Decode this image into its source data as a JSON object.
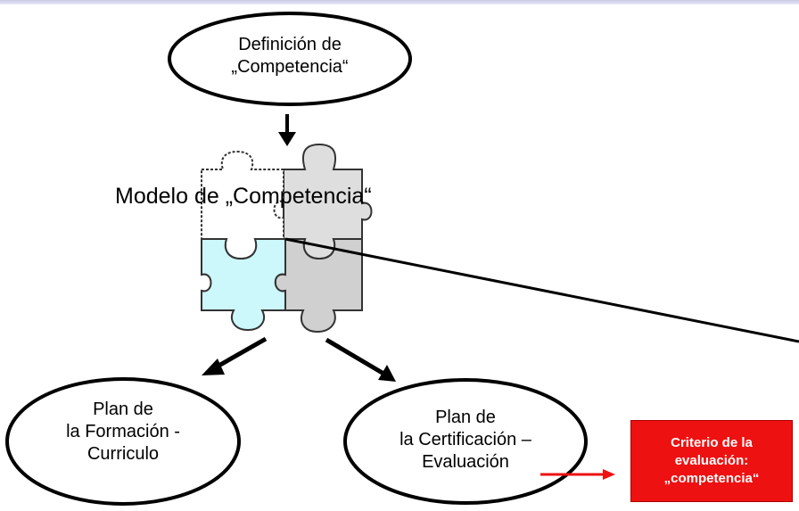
{
  "definition": {
    "line1": "Definición de",
    "line2": "„Competencia“"
  },
  "model": {
    "title": "Modelo de „Competencia“"
  },
  "formation_plan": {
    "line1": "Plan de",
    "line2": "la Formación -",
    "line3": "Curriculo"
  },
  "certification_plan": {
    "line1": "Plan de",
    "line2": "la Certificación –",
    "line3": "Evaluación"
  },
  "criterion": {
    "line1": "Criterio de la",
    "line2": "evaluación:",
    "line3": "„competencia“"
  },
  "colors": {
    "puzzle_cyan": "#ccf7fb",
    "puzzle_gray": "#d8d8d8",
    "criterion_red": "#ee1111",
    "arrow_red": "#ee1111"
  }
}
